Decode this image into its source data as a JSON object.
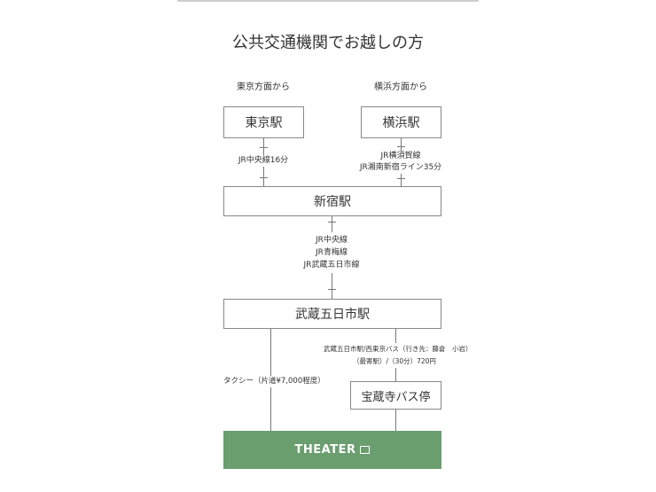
{
  "title": "公共交通機関でお越しの方",
  "origins": {
    "tokyo": "東京方面から",
    "yokohama": "横浜方面から"
  },
  "stations": {
    "tokyo": "東京駅",
    "yokohama": "横浜駅",
    "shinjuku": "新宿駅",
    "musashi_itsukaichi": "武蔵五日市駅",
    "hozoji_bus_stop": "宝蔵寺バス停"
  },
  "routes": {
    "tokyo_shinjuku": "JR中央線16分",
    "yokohama_shinjuku": [
      "JR横須賀線",
      "JR湘南新宿ライン35分"
    ],
    "shinjuku_musashi": [
      "JR中央線",
      "JR青梅線",
      "JR武蔵五日市線"
    ],
    "taxi": "タクシー（片道¥7,000程度）",
    "bus": [
      "武蔵五日市駅/西東京バス（行き先：藤倉　小岩）",
      "（最寄駅）/（30分）720円"
    ]
  },
  "destination": {
    "label": "THEATER",
    "color": "#6a9e6f"
  }
}
